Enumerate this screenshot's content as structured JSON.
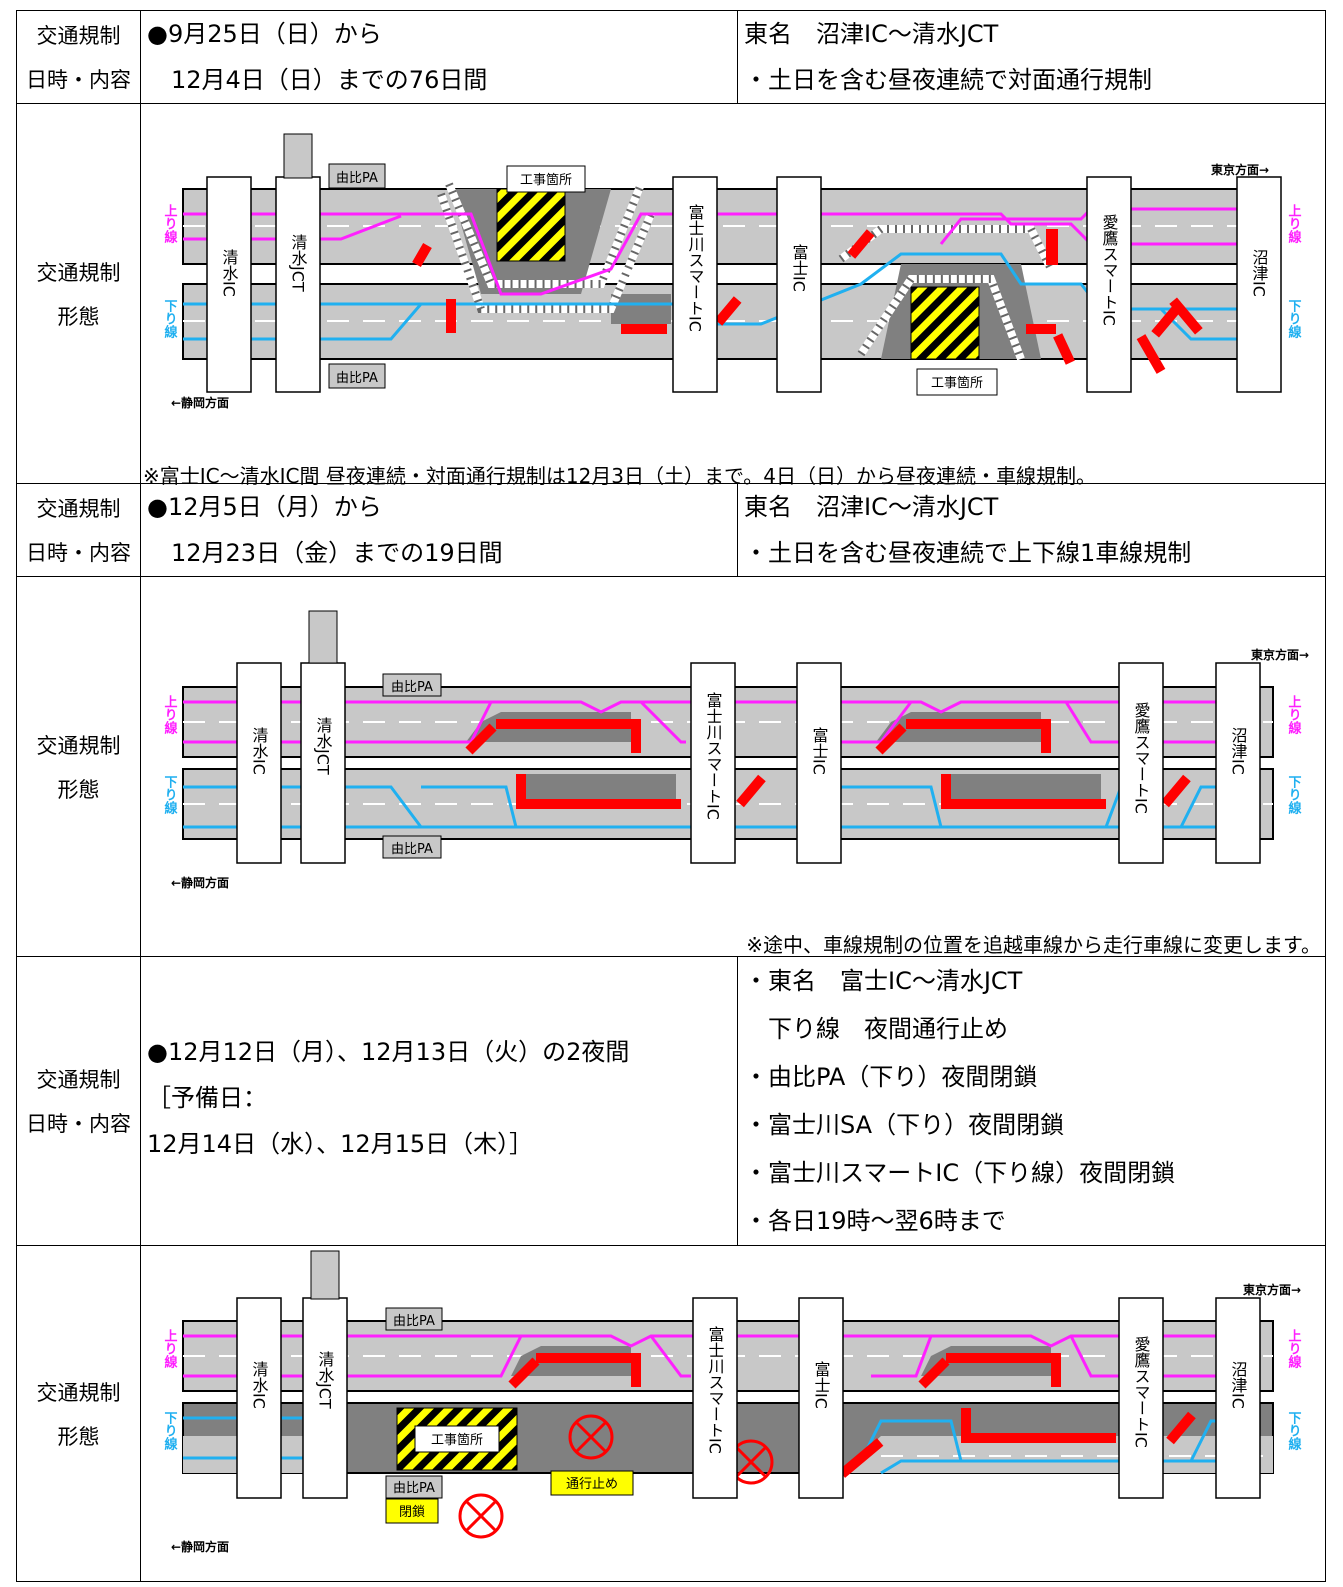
{
  "s1": {
    "label_a": "交通規制",
    "label_b": "日時・内容",
    "date1": "●9月25日（日）から",
    "date2": "　12月4日（日）までの76日間",
    "route": "東名　沼津IC〜清水JCT",
    "desc": "・土日を含む昼夜連続で対面通行規制",
    "diag_label_a": "交通規制",
    "diag_label_b": "形態",
    "note": "※富士IC〜清水IC間 昼夜連続・対面通行規制は12月3日（土）まで。4日（日）から昼夜連続・車線規制。"
  },
  "s2": {
    "label_a": "交通規制",
    "label_b": "日時・内容",
    "date1": "●12月5日（月）から",
    "date2": "　12月23日（金）までの19日間",
    "route": "東名　沼津IC〜清水JCT",
    "desc": "・土日を含む昼夜連続で上下線1車線規制",
    "diag_label_a": "交通規制",
    "diag_label_b": "形態",
    "note": "※途中、車線規制の位置を追越車線から走行車線に変更します。"
  },
  "s3": {
    "label_a": "交通規制",
    "label_b": "日時・内容",
    "date1": "●12月12日（月）、12月13日（火）の2夜間",
    "date2": "［予備日：",
    "date3": "12月14日（水）、12月15日（木）］",
    "items": [
      "・東名　富士IC〜清水JCT",
      "　下り線　夜間通行止め",
      "・由比PA（下り）夜間閉鎖",
      "・富士川SA（下り）夜間閉鎖",
      "・富士川スマートIC（下り線）夜間閉鎖",
      "・各日19時〜翌6時まで"
    ],
    "diag_label_a": "交通規制",
    "diag_label_b": "形態"
  },
  "diagram": {
    "tokyo": "東京方面→",
    "shizuoka": "←静岡方面",
    "up_line": "上り線",
    "down_line": "下り線",
    "construction": "工事箇所",
    "yui_pa": "由比PA",
    "ic_shimizu": "清水IC",
    "jct_shimizu": "清水JCT",
    "ic_fujikawa": "富士川スマートIC",
    "ic_fuji": "富士IC",
    "ic_ashitaka": "愛鷹スマートIC",
    "ic_numazu": "沼津IC",
    "closed": "通行止め",
    "closure": "閉鎖"
  },
  "colors": {
    "up": "#ff20ff",
    "down": "#20b0f0",
    "road": "#c8c8c8",
    "closed_road": "#808080",
    "cone": "#ff0000",
    "stop": "#ff0000",
    "label_bg": "#ffff00"
  }
}
